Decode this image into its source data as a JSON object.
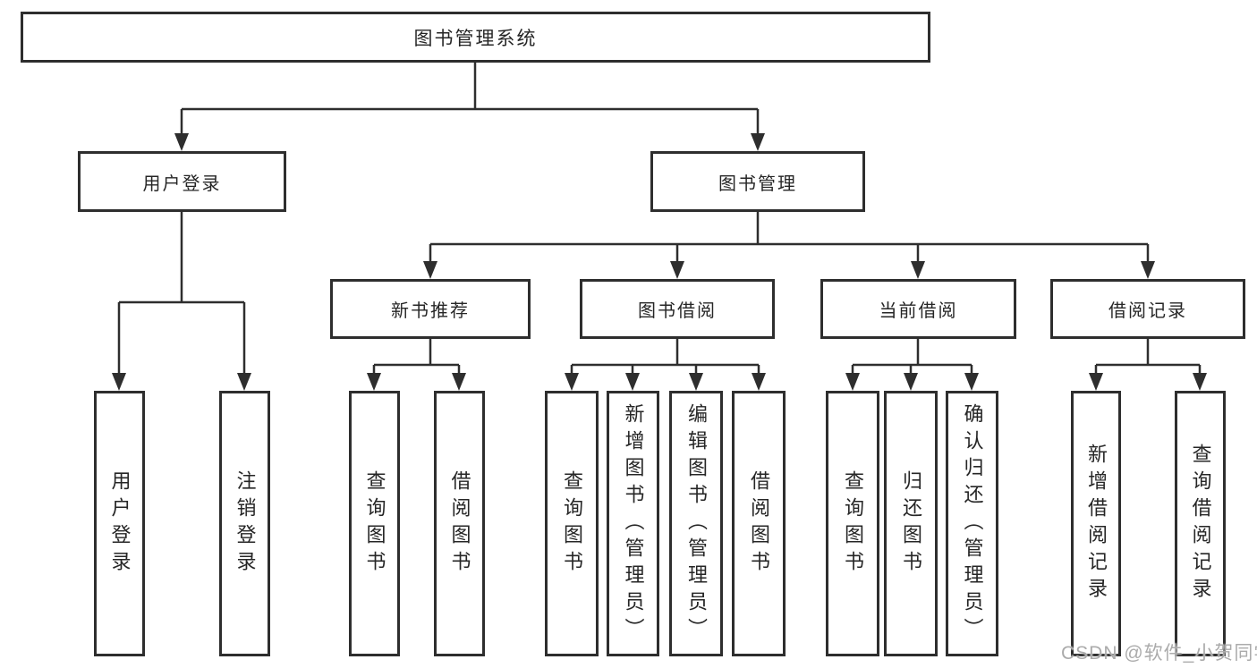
{
  "watermark": "CSDN @软件_小贺同学",
  "colors": {
    "line": "#2e2e2e",
    "box_border": "#2e2e2e",
    "text": "#262626",
    "watermark": "#ababab",
    "background": "#ffffff"
  },
  "tree": {
    "label": "图书管理系统",
    "children": [
      {
        "label": "用户登录",
        "children": [
          {
            "label": "用户登录"
          },
          {
            "label": "注销登录"
          }
        ]
      },
      {
        "label": "图书管理",
        "children": [
          {
            "label": "新书推荐",
            "children": [
              {
                "label": "查询图书"
              },
              {
                "label": "借阅图书"
              }
            ]
          },
          {
            "label": "图书借阅",
            "children": [
              {
                "label": "查询图书"
              },
              {
                "label": "新增图书（管理员）"
              },
              {
                "label": "编辑图书（管理员）"
              },
              {
                "label": "借阅图书"
              }
            ]
          },
          {
            "label": "当前借阅",
            "children": [
              {
                "label": "查询图书"
              },
              {
                "label": "归还图书"
              },
              {
                "label": "确认归还（管理员）"
              }
            ]
          },
          {
            "label": "借阅记录",
            "children": [
              {
                "label": "新增借阅记录"
              },
              {
                "label": "查询借阅记录"
              }
            ]
          }
        ]
      }
    ]
  }
}
